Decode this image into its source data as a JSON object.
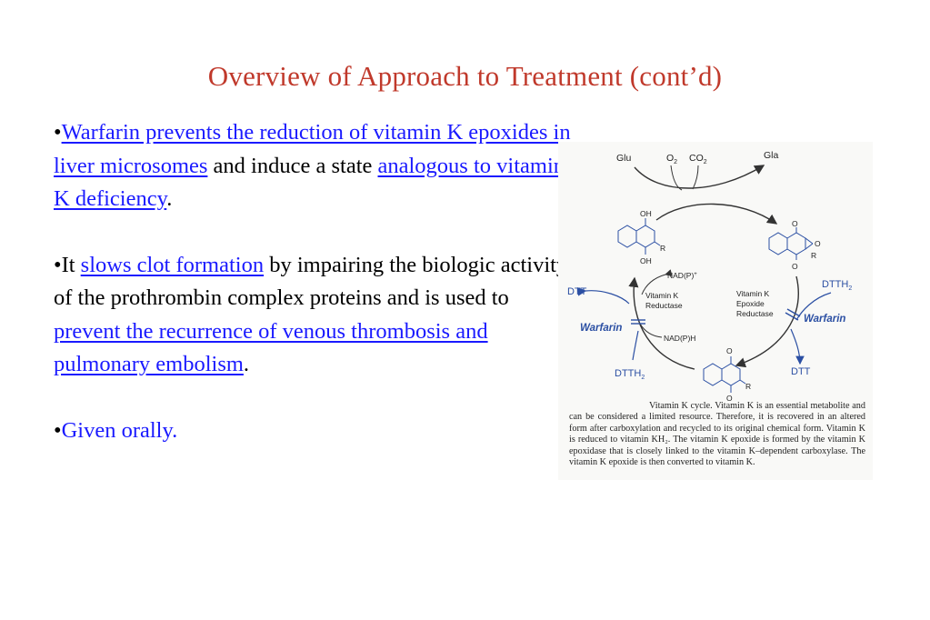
{
  "slide": {
    "title": "Overview of Approach to Treatment (cont’d)"
  },
  "bullets": [
    {
      "marker": "•",
      "link1": "Warfarin prevents the reduction of vitamin K epoxides in liver microsomes",
      "text1": " and induce a state ",
      "link2": "analogous to vitamin K deficiency",
      "text2": "."
    },
    {
      "marker": "•",
      "text0": "It ",
      "link1": "slows clot formation",
      "text1": " by impairing the biologic activity of the prothrombin complex proteins and is used to ",
      "link2": "prevent the recurrence of venous thrombosis and pulmonary embolism",
      "text2": "."
    },
    {
      "marker": "•",
      "text1": "Given orally."
    }
  ],
  "figure": {
    "labels": {
      "glu": "Glu",
      "o2": "O",
      "o2_sub": "2",
      "co2": "CO",
      "co2_sub": "2",
      "gla": "Gla",
      "oh_top": "OH",
      "oh_bottom": "OH",
      "r_left": "R",
      "nadp": "NAD(P)",
      "nadp_sup": "+",
      "nadph": "NAD(P)H",
      "vk_reductase_1": "Vitamin K",
      "vk_reductase_2": "Reductase",
      "vk_epoxide_1": "Vitamin K",
      "vk_epoxide_2": "Epoxide",
      "vk_epoxide_3": "Reductase",
      "dtt_left": "DTT",
      "dtt_right": "DTT",
      "dtth2_left": "DTTH",
      "dtth2_left_sub": "2",
      "dtth2_right": "DTTH",
      "dtth2_right_sub": "2",
      "warfarin_left": "Warfarin",
      "warfarin_right": "Warfarin",
      "o_top": "O",
      "o_mid": "O",
      "o_bottom": "O",
      "r_right": "R",
      "o_bq_top": "O",
      "o_bq_bottom": "O",
      "r_bq": "R"
    },
    "caption": "Vitamin K cycle. Vitamin K is an essential metabolite and can be considered a limited resource. Therefore, it is recovered in an altered form after carboxylation and recycled to its original chemical form. Vitamin K is reduced to vitamin KH₂. The vitamin K epoxide is formed by the vitamin K epoxidase that is closely linked to the vitamin K–dependent carboxylase. The vitamin K epoxide is then converted to vitamin K."
  },
  "colors": {
    "title": "#c0392b",
    "link": "#1a1aff",
    "diagram_blue": "#2b4fa3"
  }
}
